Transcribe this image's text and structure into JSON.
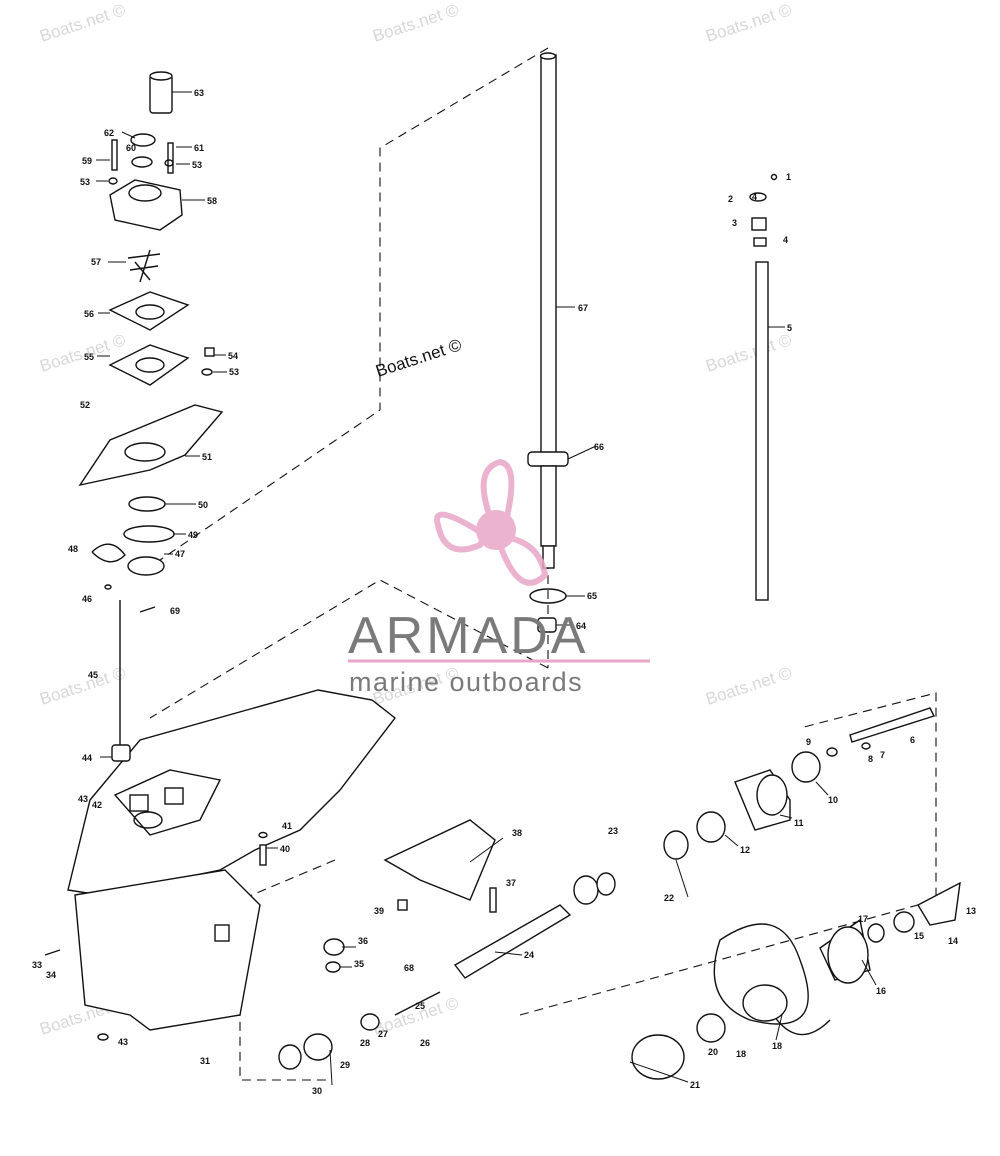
{
  "watermark": {
    "text": "Boats.net ©"
  },
  "logo": {
    "name": "ARMADA",
    "tagline": "marine outboards",
    "primary_color": "#7a7a7a",
    "accent_color": "#e8a6c8"
  },
  "callouts": {
    "c1": "1",
    "c2": "2",
    "c3": "3",
    "c4": "4",
    "c5": "5",
    "c6": "6",
    "c7": "7",
    "c8": "8",
    "c9": "9",
    "c10": "10",
    "c11": "11",
    "c12": "12",
    "c13": "13",
    "c14": "14",
    "c15": "15",
    "c16": "16",
    "c17": "17",
    "c18a": "18",
    "c18b": "18",
    "c20": "20",
    "c21": "21",
    "c22": "22",
    "c23": "23",
    "c24": "24",
    "c25": "25",
    "c26": "26",
    "c27": "27",
    "c28": "28",
    "c29": "29",
    "c30": "30",
    "c31": "31",
    "c33": "33",
    "c34": "34",
    "c35": "35",
    "c36": "36",
    "c37": "37",
    "c38": "38",
    "c39": "39",
    "c40": "40",
    "c41": "41",
    "c42": "42",
    "c43a": "43",
    "c43b": "43",
    "c44": "44",
    "c45": "45",
    "c46": "46",
    "c47": "47",
    "c48": "48",
    "c49": "49",
    "c50": "50",
    "c51": "51",
    "c52": "52",
    "c53a": "53",
    "c53b": "53",
    "c53c": "53",
    "c54": "54",
    "c55": "55",
    "c56": "56",
    "c57": "57",
    "c58": "58",
    "c59": "59",
    "c60": "60",
    "c61": "61",
    "c62": "62",
    "c63": "63",
    "c64": "64",
    "c65": "65",
    "c66": "66",
    "c67": "67",
    "c68": "68",
    "c69": "69"
  }
}
